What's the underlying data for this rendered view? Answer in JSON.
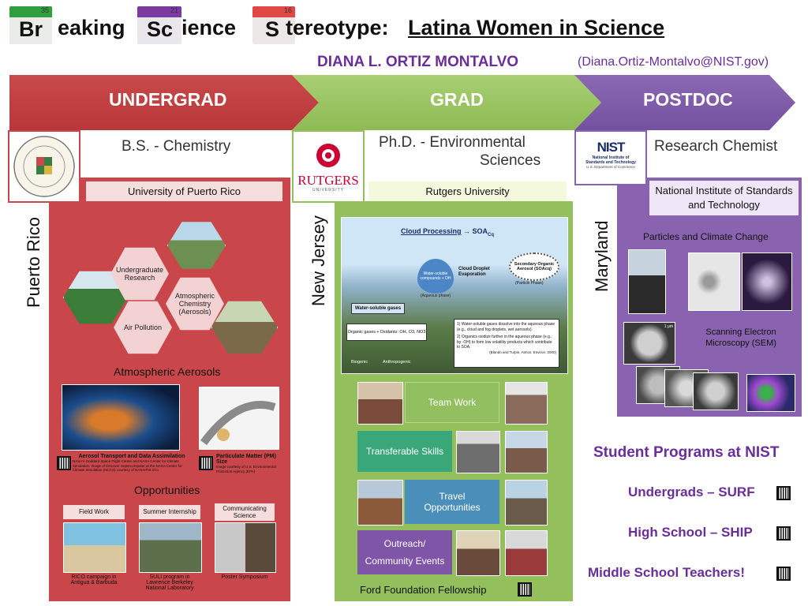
{
  "title": {
    "tiles": [
      {
        "num": "35",
        "sym": "Br",
        "color": "#2f9e3c"
      },
      {
        "num": "21",
        "sym": "Sc",
        "color": "#7a3aa0"
      },
      {
        "num": "16",
        "sym": "S",
        "color": "#e04845"
      }
    ],
    "words": [
      "eaking",
      "ience",
      "tereotype:"
    ],
    "subtitle": "Latina Women in Science"
  },
  "author": "DIANA L. ORTIZ MONTALVO",
  "email": "(Diana.Ortiz-Montalvo@NIST.gov)",
  "stages": [
    "UNDERGRAD",
    "GRAD",
    "POSTDOC"
  ],
  "undergrad": {
    "degree": "B.S. - Chemistry",
    "school": "University of Puerto Rico",
    "location": "Puerto Rico",
    "hexes": [
      "Undergraduate Research",
      "Atmospheric Chemistry (Aerosols)",
      "Air Pollution"
    ],
    "aerosols_title": "Atmospheric Aerosols",
    "cap1_title": "Aerosol Transport and Data Assimilation",
    "cap1_body": "NASA's Goddard Space Flight Center and NASA Center for Climate Simulation. Image of Discover Supercomputer at the NASA Center for Climate Simulation (NCCS) courtesy of NASA/Pat Izzo.",
    "cap2_title": "Particulate Matter (PM) Size",
    "cap2_body": "Image courtesy of U.S. Environmental Protection Agency (EPA)",
    "opp_title": "Opportunities",
    "opps": [
      {
        "label": "Field Work",
        "caption": "RICO campaign in Antigua & Barbuda"
      },
      {
        "label": "Summer Internship",
        "caption": "SULI program in Lawrence Berkeley National Laboratory"
      },
      {
        "label": "Communicating Science",
        "caption": "Poster Symposium"
      }
    ]
  },
  "grad": {
    "degree_l1": "Ph.D. - Environmental",
    "degree_l2": "Sciences",
    "school": "Rutgers University",
    "location": "New Jersey",
    "logo": "RUTGERS",
    "logo_sub": "UNIVERSITY",
    "diagram": {
      "title": "Cloud Processing",
      "arrow_to": "→ SOA",
      "sub": "Cq",
      "bubble": "Water-soluble compounds + OH",
      "droplet_label": "(Aqueous phase)",
      "evap": "Cloud Droplet Evaporation",
      "soa": "Secondary Organic Aerosol (SOAcq)",
      "particle": "(Particle Phase)",
      "wsg": "Water-soluble gases",
      "organic": "Organic gases",
      "plus": "+",
      "oxidants": "Oxidants: OH, O3, NO3",
      "biogenic": "Biogenic",
      "anthropogenic": "Anthropogenic",
      "note1": "1) Water-soluble gases dissolve into the aqueous phase (e.g., cloud and fog droplets, wet aerosols).",
      "note2": "2) Organics oxidize further in the aqueous phase (e.g., by ·OH) to form low volatility products which contribute to SOA.",
      "citation": "(Blando and Turpin, Atmos. Environ. 2000)"
    },
    "skills": [
      "Team Work",
      "Transferable Skills",
      "Travel Opportunities",
      "Outreach/ Community Events"
    ],
    "fellowship": "Ford Foundation Fellowship"
  },
  "postdoc": {
    "title": "Research Chemist",
    "school": "National Institute of Standards and Technology",
    "location": "Maryland",
    "logo": "NIST",
    "logo_l1": "National Institute of",
    "logo_l2": "Standards and Technology",
    "logo_l3": "U.S. Department of Commerce",
    "particles": "Particles and Climate Change",
    "sem": "Scanning Electron Microscopy (SEM)",
    "scale": "1 μm"
  },
  "programs": {
    "title": "Student Programs at NIST",
    "items": [
      "Undergrads – SURF",
      "High School – SHIP",
      "Middle School Teachers!"
    ]
  }
}
